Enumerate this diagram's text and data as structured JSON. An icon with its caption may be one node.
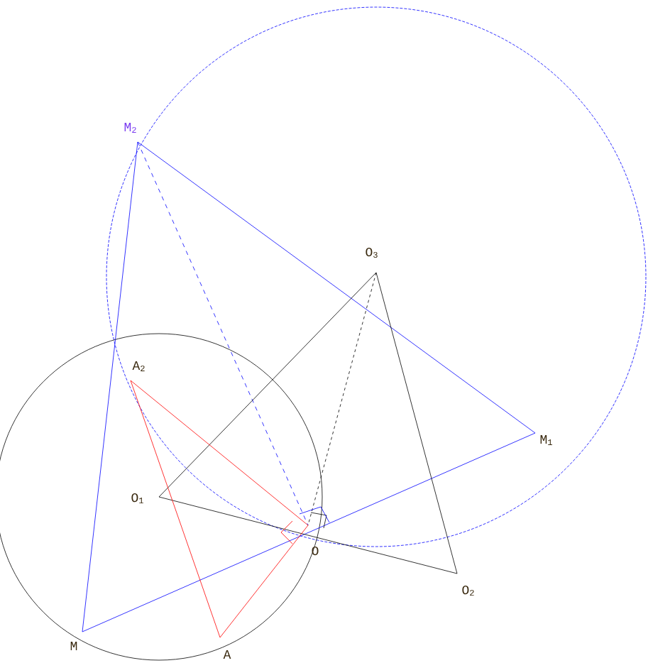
{
  "diagram": {
    "labels": [
      "M$_{2}$",
      "O$_{3}$",
      "A$_{2}$",
      "M$_{1}$",
      "O$_{1}$",
      "O",
      "O$_{2}$",
      "M",
      "A"
    ]
  }
}
